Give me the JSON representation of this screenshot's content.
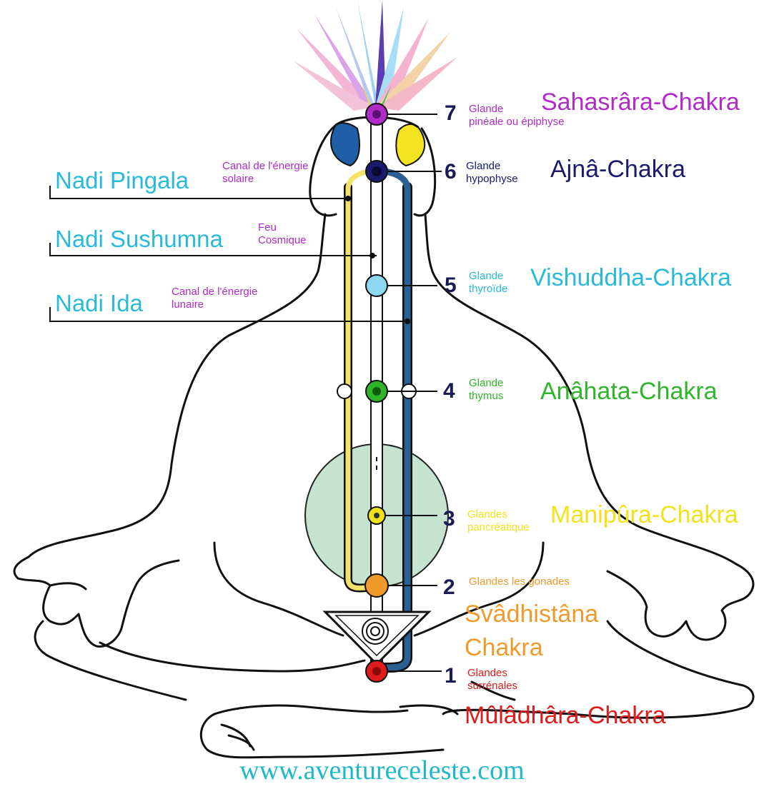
{
  "colors": {
    "sahasrara": "#b02bc8",
    "ajna": "#1a1a6e",
    "vishuddha": "#2ab9d9",
    "anahata": "#2fb52a",
    "manipura": "#f2e21c",
    "svadhisthana": "#f09a2b",
    "muladhara": "#e01b1b",
    "nadi": "#2ab9d9",
    "nadi_note": "#b02bc8",
    "pingala_channel": "#f4e26a",
    "ida_channel": "#2c5f94",
    "url": "#1fb8c8"
  },
  "nadis": [
    {
      "name": "Nadi Pingala",
      "note": "Canal de l'énergie\nsolaire"
    },
    {
      "name": "Nadi Sushumna",
      "note": "Feu\nCosmique"
    },
    {
      "name": "Nadi Ida",
      "note": "Canal de l'énergie\nlunaire"
    }
  ],
  "chakras": [
    {
      "number": "7",
      "gland": "Glande\npinéale ou épiphyse",
      "name": "Sahasrâra-Chakra",
      "icon": "lotus-crown-icon"
    },
    {
      "number": "6",
      "gland": "Glande\nhypophyse",
      "name": "Ajnâ-Chakra"
    },
    {
      "number": "5",
      "gland": "Glande\nthyroïde",
      "name": "Vishuddha-Chakra"
    },
    {
      "number": "4",
      "gland": "Glande\nthymus",
      "name": "Anâhata-Chakra"
    },
    {
      "number": "3",
      "gland": "Glandes\npancréatique",
      "name": "Manipûra-Chakra"
    },
    {
      "number": "2",
      "gland": "Glandes les gonades",
      "name_line1": "Svâdhistâna",
      "name_line2": "Chakra"
    },
    {
      "number": "1",
      "gland": "Glandes\nsurrénales",
      "name": "Mûlâdhâra-Chakra",
      "icon": "spiral-icon"
    }
  ],
  "footer": {
    "url": "www.aventureceleste.com"
  }
}
